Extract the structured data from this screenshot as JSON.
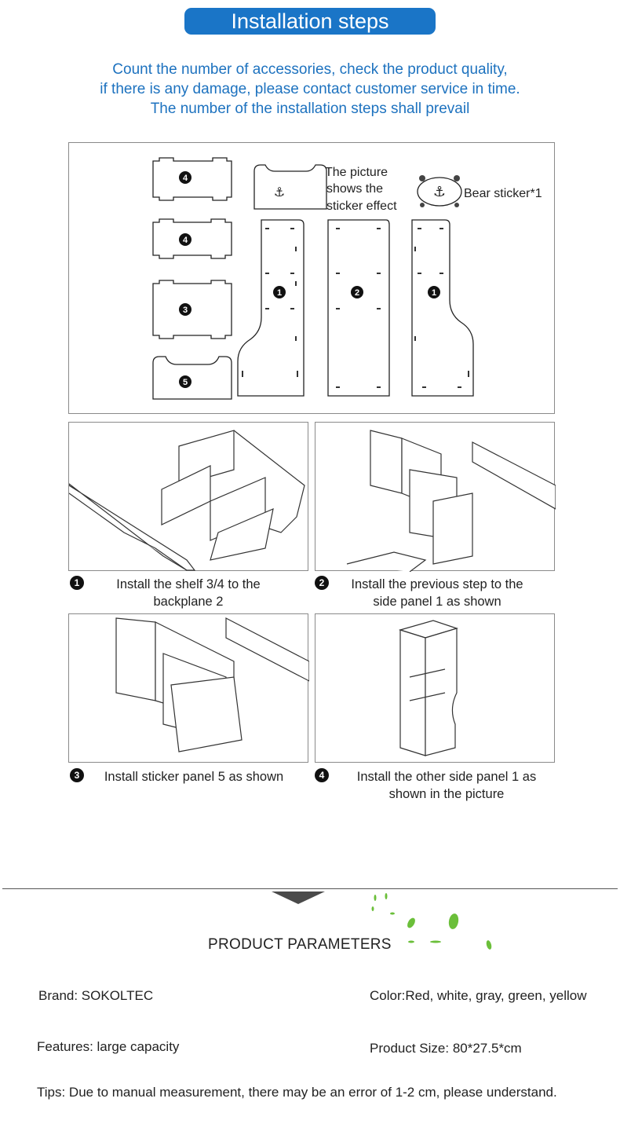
{
  "header": {
    "title": "Installation steps"
  },
  "intro": {
    "line1": "Count the number of accessories, check the product quality,",
    "line2": "if there is any damage, please contact customer service in time.",
    "line3": "The number of the installation steps shall prevail"
  },
  "parts": {
    "panel_numbers": [
      "4",
      "4",
      "3",
      "5"
    ],
    "tall_numbers": [
      "1",
      "2",
      "1"
    ],
    "sticker_note_1": "The picture",
    "sticker_note_2": "shows the",
    "sticker_note_3": "sticker effect",
    "bear_sticker": "Bear sticker*1"
  },
  "steps": [
    {
      "num": "1",
      "line1": "Install the shelf 3/4 to the",
      "line2": "backplane 2"
    },
    {
      "num": "2",
      "line1": "Install the previous step to the",
      "line2": "side panel 1 as shown"
    },
    {
      "num": "3",
      "line1": "Install sticker panel 5 as shown",
      "line2": ""
    },
    {
      "num": "4",
      "line1": "Install the other side panel 1 as",
      "line2": "shown in the picture"
    }
  ],
  "params": {
    "heading": "PRODUCT PARAMETERS",
    "brand": "Brand: SOKOLTEC",
    "color": "Color:Red, white, gray, green, yellow",
    "features": "Features: large capacity",
    "size": "Product Size: 80*27.5*cm",
    "tips": "Tips: Due to manual measurement, there may be an error of 1-2 cm, please understand."
  },
  "colors": {
    "accent": "#1a75c7",
    "intro_text": "#1d72bf",
    "leaf": "#6bbf3a",
    "divider": "#555555"
  }
}
